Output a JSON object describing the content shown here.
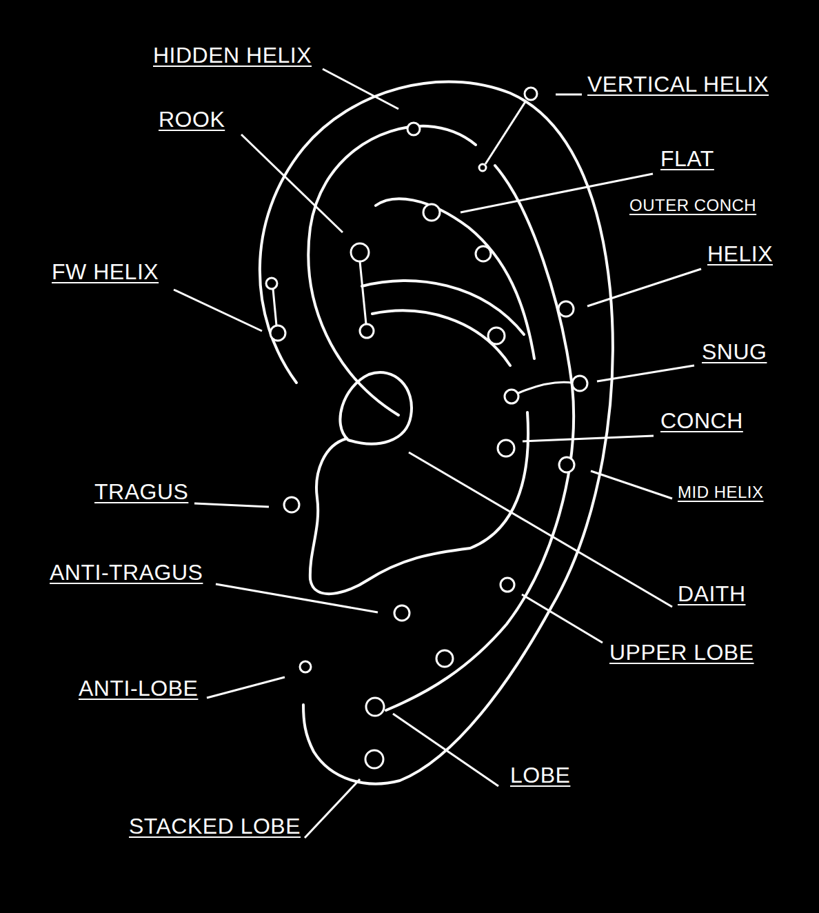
{
  "diagram": {
    "labels": [
      "HIDDEN HELIX",
      "ROOK",
      "VERTICAL HELIX",
      "FLAT",
      "OUTER CONCH",
      "HELIX",
      "FW HELIX",
      "SNUG",
      "CONCH",
      "MID HELIX",
      "TRAGUS",
      "ANTI-TRAGUS",
      "DAITH",
      "UPPER LOBE",
      "ANTI-LOBE",
      "LOBE",
      "STACKED LOBE"
    ]
  }
}
